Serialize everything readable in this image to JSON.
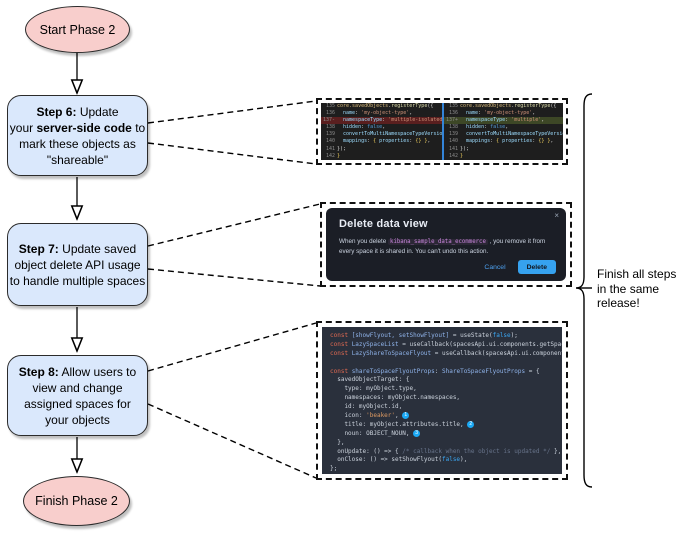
{
  "flowchart": {
    "start_label": "Start Phase 2",
    "finish_label": "Finish Phase 2",
    "steps": [
      {
        "line1_bold": "Step 6:",
        "line1_rest": " Update",
        "line2_pre": "your ",
        "line2_bold": "server-side code",
        "line2_post": " to",
        "line3": "mark these objects as",
        "line4": "\"shareable\""
      },
      {
        "line1_bold": "Step 7:",
        "line1_rest": " Update saved",
        "line2": "object delete API usage",
        "line3": "to handle multiple spaces"
      },
      {
        "line1_bold": "Step 8:",
        "line1_rest": " Allow users to",
        "line2": "view and change",
        "line3": "assigned spaces for",
        "line4": "your objects"
      }
    ]
  },
  "annotations": {
    "release_note_line1": "Finish all steps",
    "release_note_line2": "in the same",
    "release_note_line3": "release!"
  },
  "screenshots": {
    "code_diff": {
      "left_lines": [
        {
          "num": "135",
          "code": [
            [
              "tan",
              "core.savedObjects"
            ],
            [
              "w",
              "."
            ],
            [
              "fn",
              "registerType"
            ],
            [
              "w",
              "({"
            ]
          ]
        },
        {
          "num": "136",
          "code": [
            [
              "key",
              "  name"
            ],
            [
              "w",
              ": "
            ],
            [
              "str",
              "'my-object-type'"
            ],
            [
              "w",
              ","
            ]
          ]
        },
        {
          "num": "137-",
          "type": "removed",
          "code": [
            [
              "key",
              "  namespaceType"
            ],
            [
              "w",
              ": "
            ],
            [
              "str",
              "'multiple-isolated'"
            ],
            [
              "w",
              ","
            ]
          ]
        },
        {
          "num": "138",
          "code": [
            [
              "key",
              "  hidden"
            ],
            [
              "w",
              ": "
            ],
            [
              "kw",
              "false"
            ],
            [
              "w",
              ","
            ]
          ]
        },
        {
          "num": "139",
          "code": [
            [
              "key",
              "  convertToMultiNamespaceTypeVersion"
            ],
            [
              "w",
              ": "
            ],
            [
              "str",
              "'"
            ]
          ]
        },
        {
          "num": "140",
          "code": [
            [
              "key",
              "  mappings"
            ],
            [
              "w",
              ": "
            ],
            [
              "gold",
              "{ "
            ],
            [
              "key",
              "properties"
            ],
            [
              "w",
              ": "
            ],
            [
              "gold",
              "{} }"
            ],
            [
              "w",
              ","
            ]
          ]
        },
        {
          "num": "141",
          "code": [
            [
              "w",
              "});"
            ]
          ]
        },
        {
          "num": "142",
          "code": [
            [
              "gold",
              "}"
            ]
          ]
        }
      ],
      "right_lines": [
        {
          "num": "135",
          "code": [
            [
              "tan",
              "core.savedObjects"
            ],
            [
              "w",
              "."
            ],
            [
              "fn",
              "registerType"
            ],
            [
              "w",
              "({"
            ]
          ]
        },
        {
          "num": "136",
          "code": [
            [
              "key",
              "  name"
            ],
            [
              "w",
              ": "
            ],
            [
              "str",
              "'my-object-type'"
            ],
            [
              "w",
              ","
            ]
          ]
        },
        {
          "num": "137+",
          "type": "added",
          "code": [
            [
              "key",
              "  namespaceType"
            ],
            [
              "w",
              ": "
            ],
            [
              "str",
              "'multiple'"
            ],
            [
              "w",
              ","
            ]
          ]
        },
        {
          "num": "138",
          "code": [
            [
              "key",
              "  hidden"
            ],
            [
              "w",
              ": "
            ],
            [
              "kw",
              "false"
            ],
            [
              "w",
              ","
            ]
          ]
        },
        {
          "num": "139",
          "code": [
            [
              "key",
              "  convertToMultiNamespaceTypeVersion"
            ],
            [
              "w",
              ": "
            ],
            [
              "str",
              "'"
            ]
          ]
        },
        {
          "num": "140",
          "code": [
            [
              "key",
              "  mappings"
            ],
            [
              "w",
              ": "
            ],
            [
              "gold",
              "{ "
            ],
            [
              "key",
              "properties"
            ],
            [
              "w",
              ": "
            ],
            [
              "gold",
              "{} }"
            ],
            [
              "w",
              ","
            ]
          ]
        },
        {
          "num": "141",
          "code": [
            [
              "w",
              "});"
            ]
          ]
        },
        {
          "num": "142",
          "code": [
            [
              "gold",
              "}"
            ]
          ]
        }
      ]
    },
    "delete_dialog": {
      "title": "Delete data view",
      "close_icon": "×",
      "body_prefix": "When you delete ",
      "code_chip": "kibana_sample_data_ecommerce",
      "body_suffix": " , you remove it from every space it is shared in. You can't undo this action.",
      "cancel_label": "Cancel",
      "delete_label": "Delete"
    },
    "code_snippet": {
      "lines": [
        [
          [
            "const",
            "const "
          ],
          [
            "var",
            "[showFlyout, setShowFlyout]"
          ],
          [
            "plain",
            " = useState("
          ],
          [
            "bool",
            "false"
          ],
          [
            "plain",
            ");"
          ]
        ],
        [
          [
            "const",
            "const "
          ],
          [
            "var",
            "LazySpaceList"
          ],
          [
            "plain",
            " = useCallback(spacesApi.ui.components.getSpaceLis"
          ]
        ],
        [
          [
            "const",
            "const "
          ],
          [
            "var",
            "LazyShareToSpaceFlyout"
          ],
          [
            "plain",
            " = useCallback(spacesApi.ui.components.ge"
          ]
        ],
        [],
        [
          [
            "const",
            "const "
          ],
          [
            "var",
            "shareToSpaceFlyoutProps"
          ],
          [
            "plain",
            ": "
          ],
          [
            "var",
            "ShareToSpaceFlyoutProps"
          ],
          [
            "plain",
            " = {"
          ]
        ],
        [
          [
            "plain",
            "  savedObjectTarget: {"
          ]
        ],
        [
          [
            "plain",
            "    type: myObject.type,"
          ]
        ],
        [
          [
            "plain",
            "    namespaces: myObject.namespaces,"
          ]
        ],
        [
          [
            "plain",
            "    id: myObject.id,"
          ]
        ],
        [
          [
            "plain",
            "    icon: "
          ],
          [
            "str2",
            "'beaker'"
          ],
          [
            "plain",
            ", "
          ],
          [
            "badge",
            "1"
          ]
        ],
        [
          [
            "plain",
            "    title: myObject.attributes.title, "
          ],
          [
            "badge",
            "2"
          ]
        ],
        [
          [
            "plain",
            "    noun: OBJECT_NOUN, "
          ],
          [
            "badge",
            "3"
          ]
        ],
        [
          [
            "plain",
            "  },"
          ]
        ],
        [
          [
            "plain",
            "  onUpdate: () => { "
          ],
          [
            "com",
            "/* callback when the object is updated */"
          ],
          [
            "plain",
            " },"
          ]
        ],
        [
          [
            "plain",
            "  onClose: () => setShowFlyout("
          ],
          [
            "bool",
            "false"
          ],
          [
            "plain",
            "),"
          ]
        ],
        [
          [
            "plain",
            "};"
          ]
        ]
      ]
    }
  },
  "colors": {
    "step_box_fill": "#dae8fc",
    "terminal_fill": "#f8cecc",
    "diff_removed_bg": "#5a1f1f",
    "diff_added_bg": "#3d4726",
    "diff_editor_bg": "#1e1e1e",
    "dialog_bg": "#1b1e26",
    "primary_button": "#36a2ef",
    "code_chip_text": "#c986dd",
    "snippet_bg": "#2a303c",
    "badge_blue": "#1ba9f5"
  }
}
